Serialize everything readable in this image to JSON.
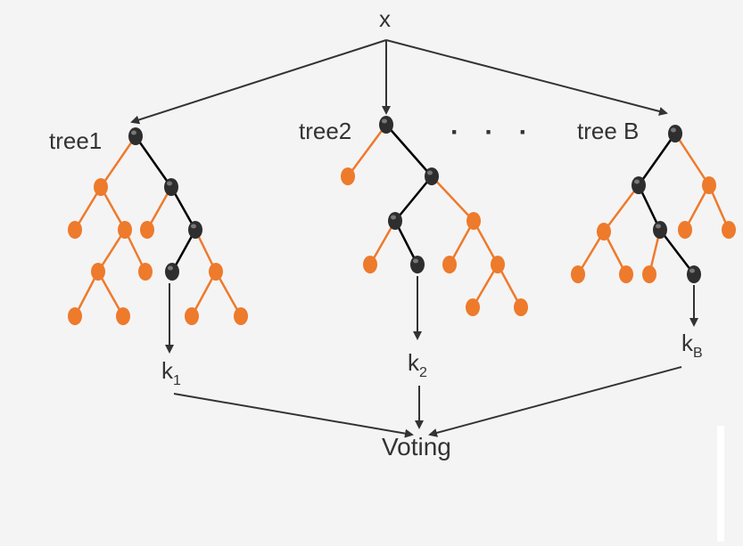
{
  "diagram": {
    "input_label": "x",
    "ellipsis": "· · ·",
    "trees": [
      {
        "name": "tree1",
        "output_base": "k",
        "output_sub": "1"
      },
      {
        "name": "tree2",
        "output_base": "k",
        "output_sub": "2"
      },
      {
        "name": "tree B",
        "output_base": "k",
        "output_sub": "B"
      }
    ],
    "aggregator_label": "Voting",
    "colors": {
      "path_node": "#2e2e2e",
      "other_node": "#ee7a2c",
      "path_edge": "#000000",
      "other_edge": "#ee7a2c",
      "arrow": "#333333",
      "text": "#333333"
    }
  }
}
